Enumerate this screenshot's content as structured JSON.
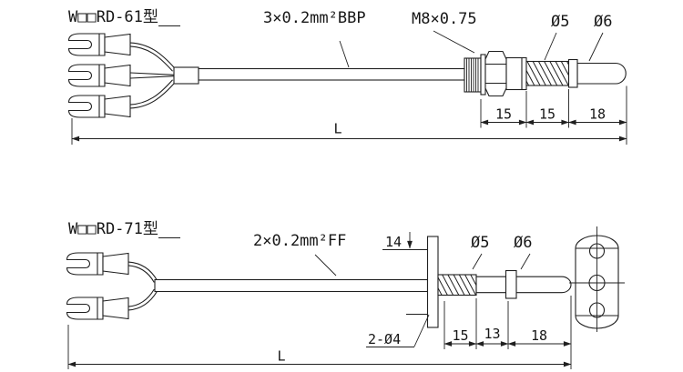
{
  "drawing": {
    "background": "#ffffff",
    "line_color": "#1f1f1f",
    "top": {
      "title": "W□□RD-61型",
      "cable_spec": "3×0.2mm²BBP",
      "thread_spec": "M8×0.75",
      "probe_dia_label": "Ø5",
      "tip_dia_label": "Ø6",
      "dim_a": "15",
      "dim_b": "15",
      "dim_c": "18",
      "dim_overall": "L"
    },
    "bottom": {
      "title": "W□□RD-71型",
      "cable_spec": "2×0.2mm²FF",
      "flange_hole_offset": "14",
      "flange_holes_label": "2-Ø4",
      "probe_dia_label": "Ø5",
      "tip_dia_label": "Ø6",
      "dim_a": "15",
      "dim_b": "13",
      "dim_c": "18",
      "dim_overall": "L"
    }
  }
}
